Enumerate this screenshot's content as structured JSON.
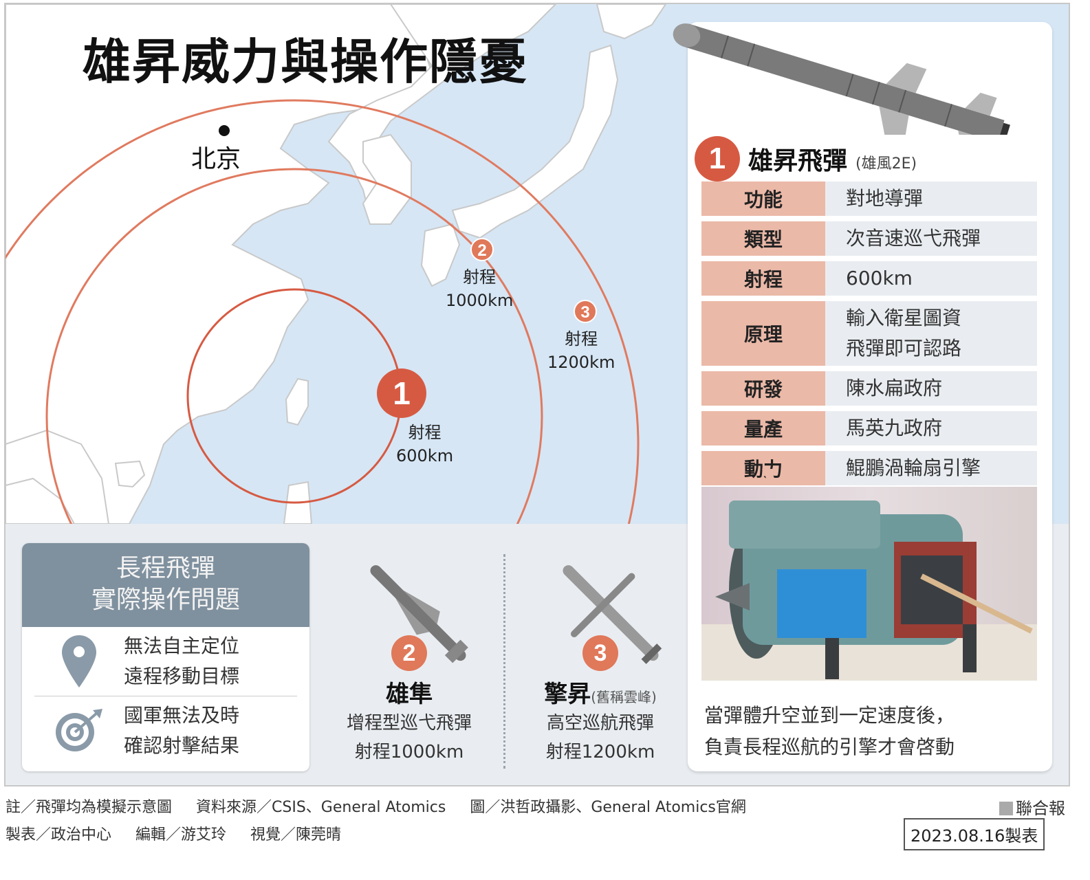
{
  "title": "雄昇威力與操作隱憂",
  "map": {
    "city": "北京",
    "ranges": [
      {
        "id": "1",
        "label": "射程",
        "value": "600km"
      },
      {
        "id": "2",
        "label": "射程",
        "value": "1000km"
      },
      {
        "id": "3",
        "label": "射程",
        "value": "1200km"
      }
    ],
    "colors": {
      "sea": "#d6e6f5",
      "land": "#ffffff",
      "range_line": "#e07a5f",
      "range_line_inner": "#d65a42"
    }
  },
  "main_missile": {
    "number": "1",
    "name": "雄昇飛彈",
    "alias": "(雄風2E)",
    "specs": [
      {
        "key": "功能",
        "value": [
          "對地導彈"
        ]
      },
      {
        "key": "類型",
        "value": [
          "次音速巡弋飛彈"
        ]
      },
      {
        "key": "射程",
        "value": [
          "600km"
        ]
      },
      {
        "key": "原理",
        "value": [
          "輸入衛星圖資",
          "飛彈即可認路"
        ]
      },
      {
        "key": "研發",
        "value": [
          "陳水扁政府"
        ]
      },
      {
        "key": "量產",
        "value": [
          "馬英九政府"
        ]
      },
      {
        "key": "動力",
        "value": [
          "鯤鵬渦輪扇引擎"
        ]
      }
    ],
    "caption_lines": [
      "當彈體升空並到一定速度後，",
      "負責長程巡航的引擎才會啓動"
    ]
  },
  "issues": {
    "title_lines": [
      "長程飛彈",
      "實際操作問題"
    ],
    "items": [
      {
        "icon": "map-pin-icon",
        "lines": [
          "無法自主定位",
          "遠程移動目標"
        ]
      },
      {
        "icon": "target-icon",
        "lines": [
          "國軍無法及時",
          "確認射擊結果"
        ]
      }
    ]
  },
  "other_missiles": [
    {
      "number": "2",
      "name": "雄隼",
      "alias": "",
      "desc": "增程型巡弋飛彈",
      "range": "射程1000km"
    },
    {
      "number": "3",
      "name": "擎昇",
      "alias": "(舊稱雲峰)",
      "desc": "高空巡航飛彈",
      "range": "射程1200km"
    }
  ],
  "footer": {
    "line1": [
      "註／飛彈均為模擬示意圖",
      "資料來源／CSIS、General Atomics",
      "圖／洪哲政攝影、General Atomics官網"
    ],
    "line2": [
      "製表／政治中心",
      "編輯／游艾玲",
      "視覺／陳莞晴"
    ],
    "brand": "聯合報",
    "date": "2023.08.16製表"
  }
}
